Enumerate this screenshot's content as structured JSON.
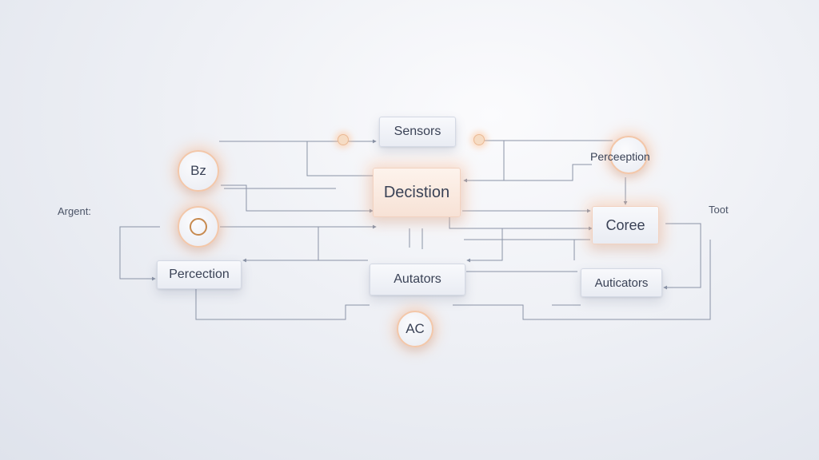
{
  "labels": {
    "agent": "Argent:",
    "toot": "Toot"
  },
  "nodes": {
    "sensors": "Sensors",
    "decision": "Decistion",
    "perception_left": "Percection",
    "autators": "Autators",
    "perception_right": "Perceeption",
    "core": "Coree",
    "auticators": "Auticators"
  },
  "circles": {
    "bx": "Bz",
    "o": "O",
    "ac": "AC"
  },
  "colors": {
    "line": "#8a93a6",
    "glow": "#f3c7a9",
    "node_text": "#3a4256"
  }
}
